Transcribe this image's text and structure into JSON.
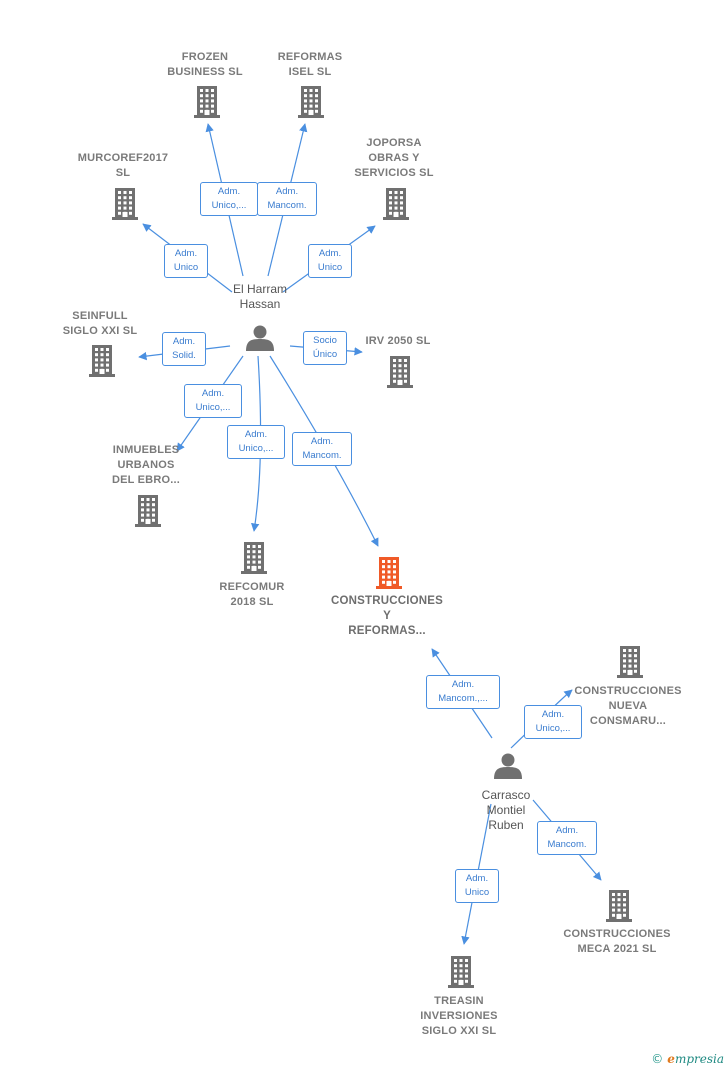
{
  "persons": [
    {
      "id": "p1",
      "lines": [
        "El Harram",
        "Hassan"
      ]
    },
    {
      "id": "p2",
      "lines": [
        "Carrasco",
        "Montiel",
        "Ruben"
      ]
    }
  ],
  "companies": [
    {
      "id": "c_frozen",
      "lines": [
        "FROZEN",
        "BUSINESS  SL"
      ]
    },
    {
      "id": "c_isel",
      "lines": [
        "REFORMAS",
        "ISEL SL"
      ]
    },
    {
      "id": "c_murcoref",
      "lines": [
        "MURCOREF2017",
        "SL"
      ]
    },
    {
      "id": "c_joporsa",
      "lines": [
        "JOPORSA",
        "OBRAS Y",
        "SERVICIOS  SL"
      ]
    },
    {
      "id": "c_seinfull",
      "lines": [
        "SEINFULL",
        "SIGLO XXI  SL"
      ]
    },
    {
      "id": "c_irv",
      "lines": [
        "IRV 2050  SL"
      ]
    },
    {
      "id": "c_inmuebles",
      "lines": [
        "INMUEBLES",
        "URBANOS",
        "DEL EBRO..."
      ]
    },
    {
      "id": "c_refcomur",
      "lines": [
        "REFCOMUR",
        "2018  SL"
      ]
    },
    {
      "id": "c_construcciones_reformas",
      "lines": [
        "CONSTRUCCIONES",
        "Y",
        "REFORMAS..."
      ],
      "highlight": true
    },
    {
      "id": "c_nueva",
      "lines": [
        "CONSTRUCCIONES",
        "NUEVA",
        "CONSMARU..."
      ]
    },
    {
      "id": "c_meca",
      "lines": [
        "CONSTRUCCIONES",
        "MECA 2021  SL"
      ]
    },
    {
      "id": "c_treasin",
      "lines": [
        "TREASIN",
        "INVERSIONES",
        "SIGLO XXI  SL"
      ]
    }
  ],
  "edges": [
    {
      "id": "e1",
      "lines": [
        "Adm.",
        "Unico,..."
      ]
    },
    {
      "id": "e2",
      "lines": [
        "Adm.",
        "Mancom."
      ]
    },
    {
      "id": "e3",
      "lines": [
        "Adm.",
        "Unico"
      ]
    },
    {
      "id": "e4",
      "lines": [
        "Adm.",
        "Unico"
      ]
    },
    {
      "id": "e5",
      "lines": [
        "Adm.",
        "Solid."
      ]
    },
    {
      "id": "e6",
      "lines": [
        "Socio",
        "Único"
      ]
    },
    {
      "id": "e7",
      "lines": [
        "Adm.",
        "Unico,..."
      ]
    },
    {
      "id": "e8",
      "lines": [
        "Adm.",
        "Unico,..."
      ]
    },
    {
      "id": "e9",
      "lines": [
        "Adm.",
        "Mancom."
      ]
    },
    {
      "id": "e10",
      "lines": [
        "Adm.",
        "Mancom.,..."
      ]
    },
    {
      "id": "e11",
      "lines": [
        "Adm.",
        "Unico,..."
      ]
    },
    {
      "id": "e12",
      "lines": [
        "Adm.",
        "Mancom."
      ]
    },
    {
      "id": "e13",
      "lines": [
        "Adm.",
        "Unico"
      ]
    }
  ],
  "colors": {
    "edge": "#4a8fe0",
    "building": "#707070",
    "building_highlight": "#f05a28",
    "person": "#707070"
  },
  "icons": {
    "company": "building-icon",
    "person": "person-icon"
  },
  "brand": {
    "copyright": "©",
    "initial": "e",
    "name": "mpresia"
  }
}
